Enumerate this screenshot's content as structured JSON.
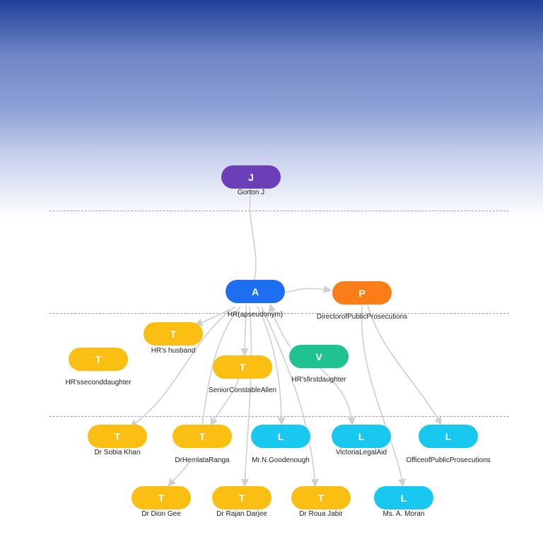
{
  "colors": {
    "judge": "#6a3fb8",
    "accused": "#1e6ef2",
    "prosecution": "#fa7d17",
    "victim": "#20c290",
    "witness": "#fbbf13",
    "legal": "#18c8ef",
    "edge": "#cfcfcf"
  },
  "nodes": {
    "j": {
      "letter": "J",
      "label": "Gorton J"
    },
    "a": {
      "letter": "A",
      "label": "HR(apseudonym)"
    },
    "p": {
      "letter": "P",
      "label": "DirectorofPublicProsecutions"
    },
    "t1": {
      "letter": "T",
      "label": "HR's husband"
    },
    "t2": {
      "letter": "T",
      "label": "HR'sseconddaughter"
    },
    "t3": {
      "letter": "T",
      "label": "SeniorConstableAllen"
    },
    "v": {
      "letter": "V",
      "label": "HR'sfirstdaughter"
    },
    "t4": {
      "letter": "T",
      "label": "Dr Sobia Khan"
    },
    "t5": {
      "letter": "T",
      "label": "DrHemlataRanga"
    },
    "l1": {
      "letter": "L",
      "label": "Mr.N.Goodenough"
    },
    "l2": {
      "letter": "L",
      "label": "VictoriaLegalAid"
    },
    "l3": {
      "letter": "L",
      "label": "OfficeofPublicProsecutions"
    },
    "t6": {
      "letter": "T",
      "label": "Dr Dion Gee"
    },
    "t7": {
      "letter": "T",
      "label": "Dr Rajan Darjee"
    },
    "t8": {
      "letter": "T",
      "label": "Dr Roua Jabir"
    },
    "l4": {
      "letter": "L",
      "label": "Ms. A. Moran"
    }
  }
}
